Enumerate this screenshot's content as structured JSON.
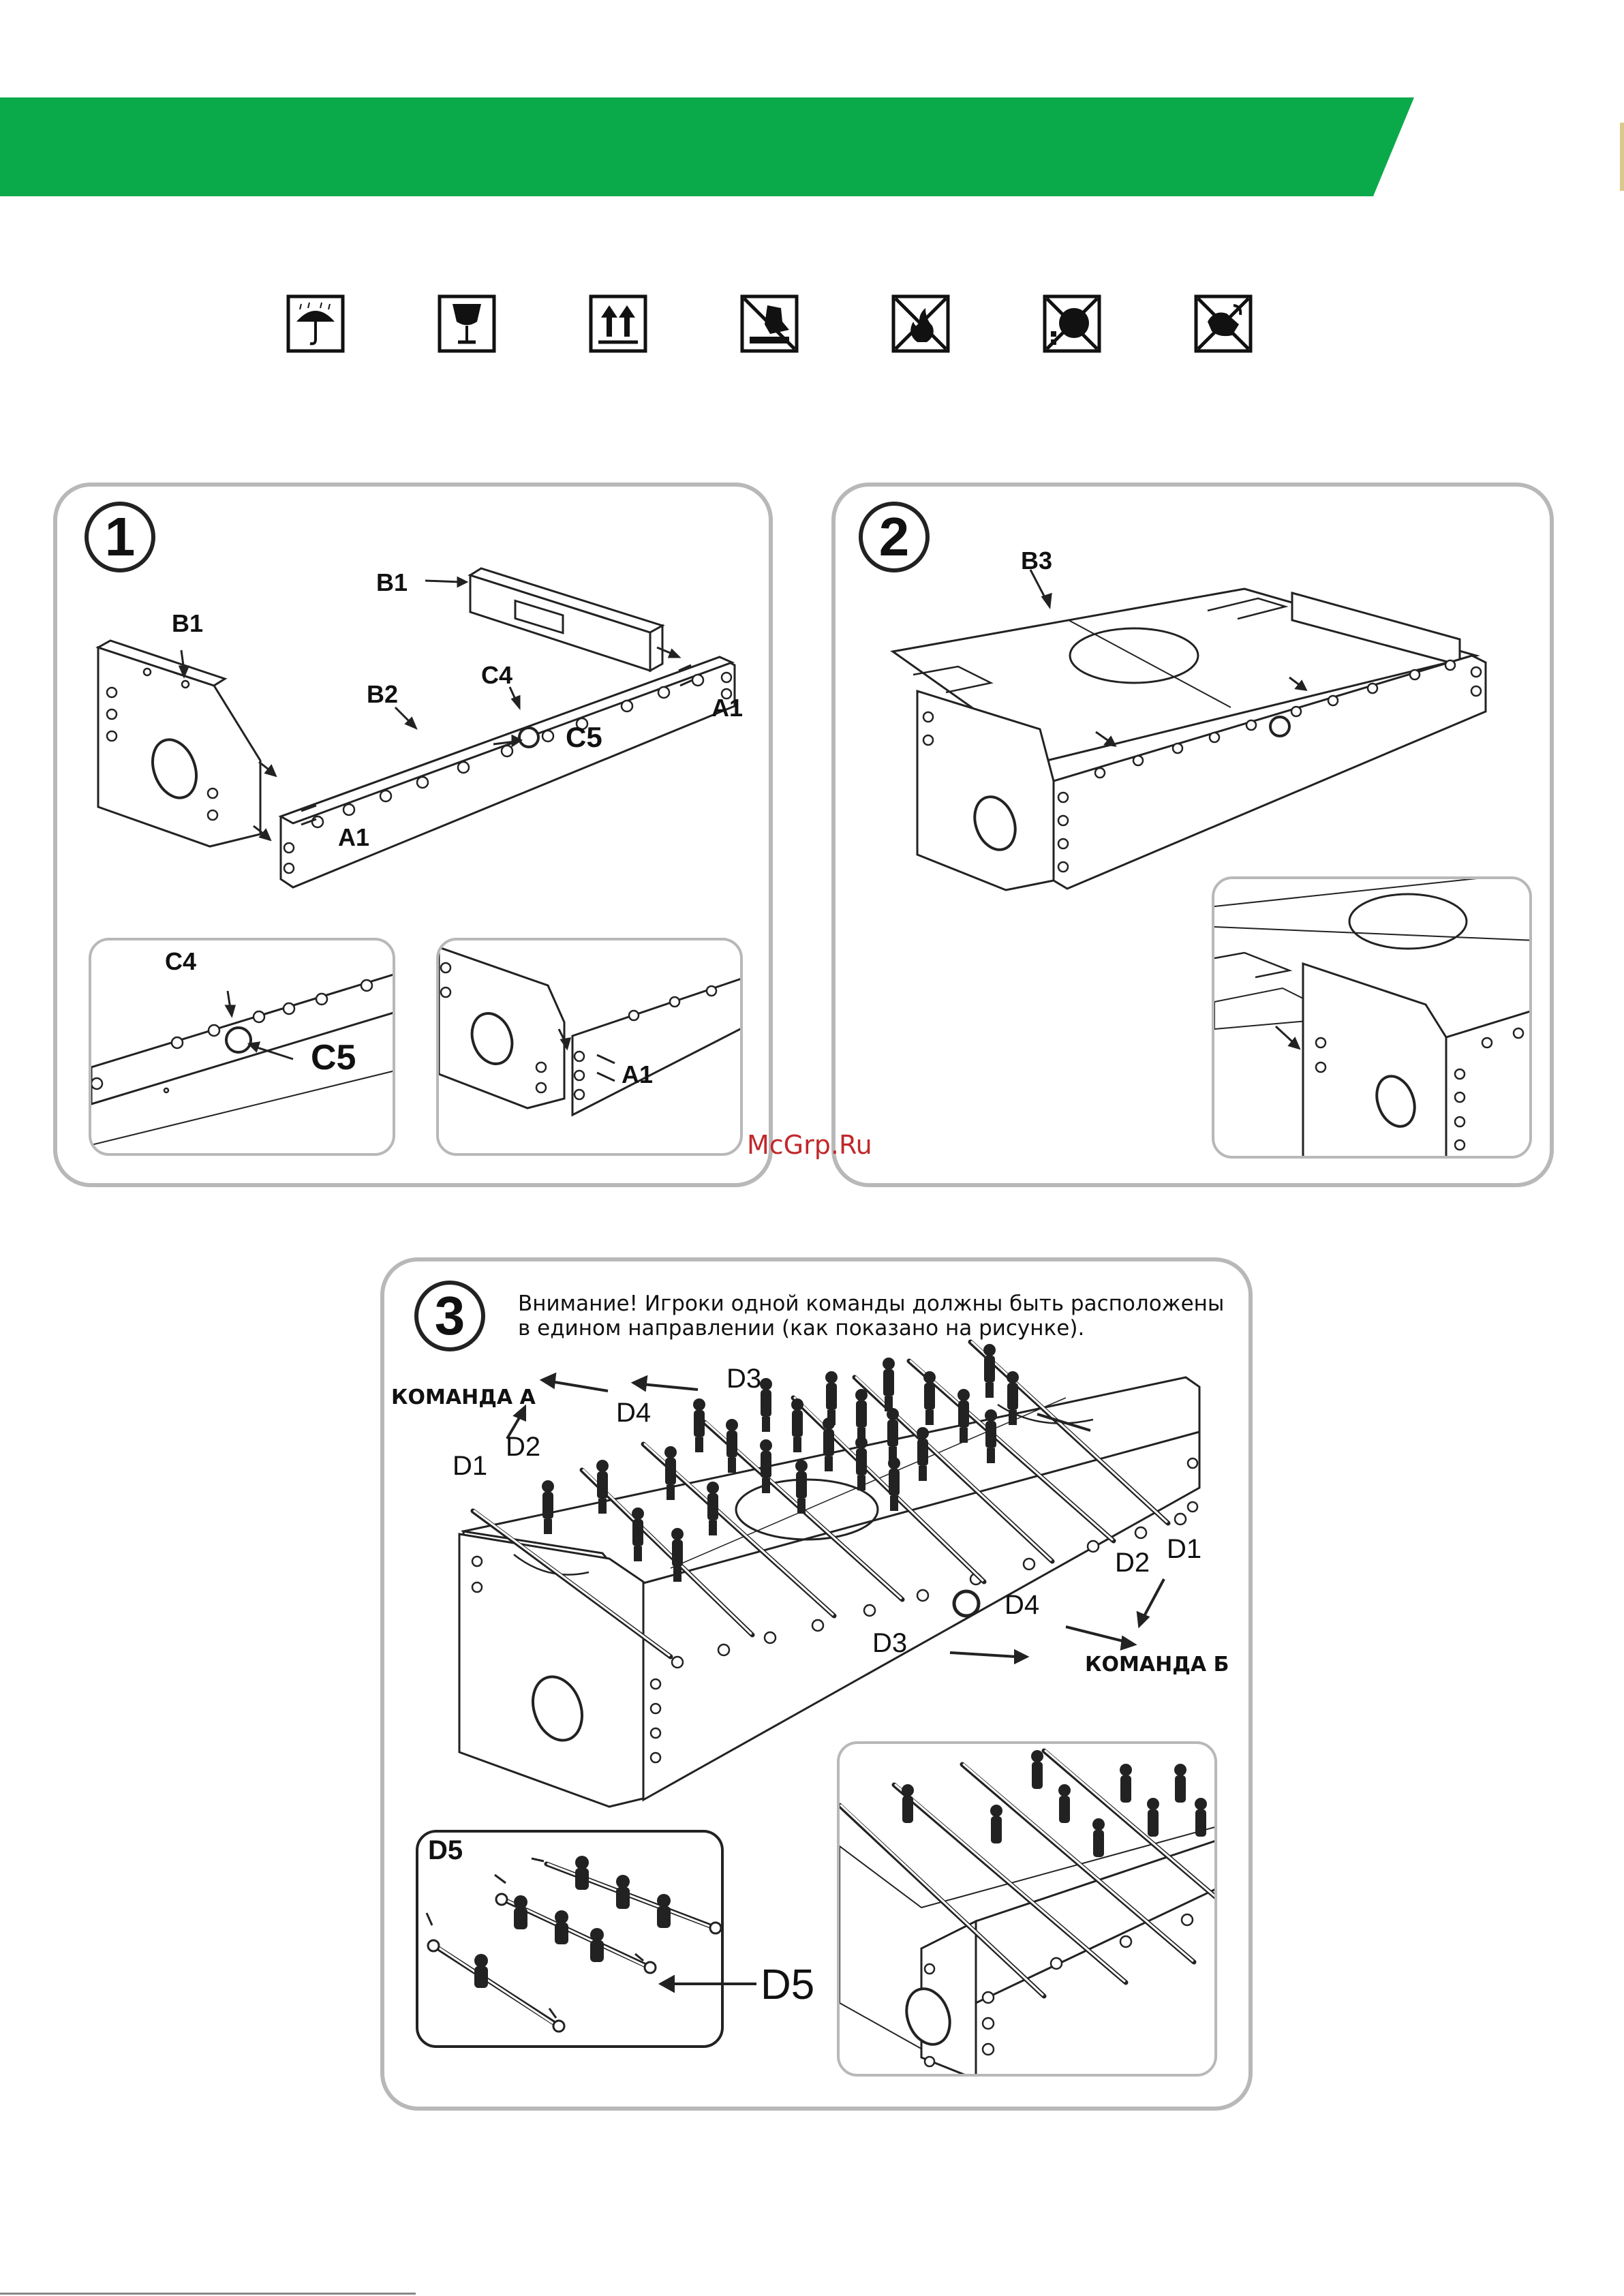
{
  "colors": {
    "banner": "#0aaa4a",
    "frame": "#b8b8b8",
    "ink": "#111111",
    "watermark": "#c0282b"
  },
  "icons": [
    {
      "name": "umbrella-icon"
    },
    {
      "name": "fragile-glass-icon"
    },
    {
      "name": "this-way-up-icon"
    },
    {
      "name": "no-step-icon"
    },
    {
      "name": "no-fire-icon"
    },
    {
      "name": "no-rolling-icon"
    },
    {
      "name": "no-hand-hook-icon"
    }
  ],
  "step1": {
    "number": "1",
    "labels": {
      "b1_top": "B1",
      "b1_left": "B1",
      "b2": "B2",
      "c4": "C4",
      "c5": "C5",
      "a1_right": "A1",
      "a1_left": "A1"
    },
    "detail_left": {
      "c4": "C4",
      "c5": "C5"
    },
    "detail_right": {
      "a1": "A1"
    }
  },
  "step2": {
    "number": "2",
    "labels": {
      "b3": "B3"
    }
  },
  "step3": {
    "number": "3",
    "note_line1": "Внимание! Игроки одной команды должны быть расположены",
    "note_line2": "в едином направлении (как показано на рисунке).",
    "team_a": "КОМАНДА А",
    "team_b": "КОМАНДА Б",
    "labels": {
      "d1_left": "D1",
      "d2_left": "D2",
      "d3_left": "D3",
      "d4_left": "D4",
      "d1_right": "D1",
      "d2_right": "D2",
      "d3_right": "D3",
      "d4_right": "D4"
    },
    "detail": {
      "d5_inner": "D5",
      "d5_outer": "D5"
    }
  },
  "watermark": "McGrp.Ru"
}
